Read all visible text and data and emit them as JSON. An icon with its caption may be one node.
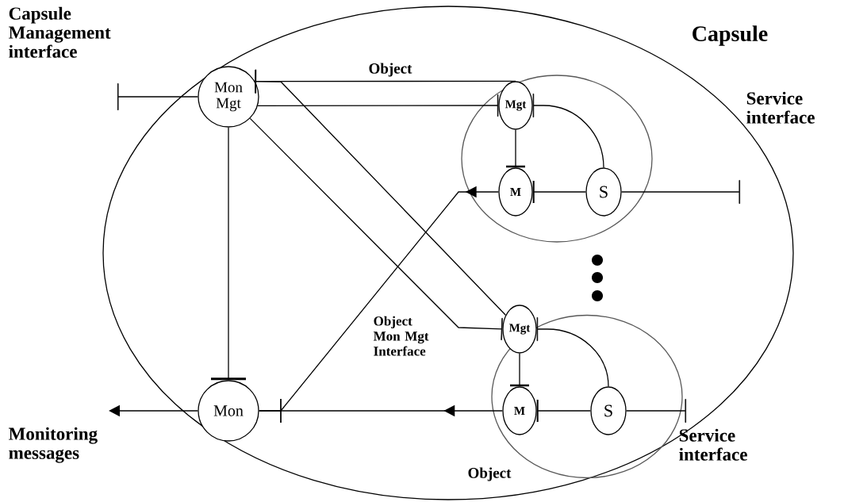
{
  "diagram": {
    "nodes": [
      {
        "text": [
          "Capsule"
        ]
      },
      {
        "text": [
          "Mon Mgt"
        ],
        "in": 0
      },
      {
        "text": [
          "Object"
        ],
        "in": 0
      },
      {
        "text": [
          "Mgt"
        ],
        "in": 2
      },
      {
        "text": [
          "M"
        ],
        "in": 2
      },
      {
        "text": [
          "S"
        ],
        "in": 2
      },
      {
        "text": [
          "Object"
        ],
        "in": 0
      },
      {
        "text": [
          "Mgt"
        ],
        "in": 6
      },
      {
        "text": [
          "M"
        ],
        "in": 6
      },
      {
        "text": [
          "S"
        ],
        "in": 6
      },
      {
        "text": [
          "Mon"
        ],
        "in": 0
      },
      {
        "text": [
          "Capsule Management interface"
        ]
      },
      {
        "text": [
          "Service interface"
        ]
      },
      {
        "text": [
          "Monitoring messages"
        ]
      },
      {
        "text": [
          "Service interface"
        ]
      }
    ],
    "edges": [
      {
        "from": 1,
        "to": 11,
        "arrow": "other"
      },
      {
        "from": 3,
        "to": 1,
        "arrow": "other"
      },
      {
        "from": 7,
        "to": 1,
        "arrow": "other"
      },
      {
        "from": 1,
        "to": 3,
        "arrow": "other"
      },
      {
        "from": 1,
        "to": 7,
        "arrow": "other"
      },
      {
        "from": 1,
        "to": 10,
        "arrow": "other"
      },
      {
        "from": 10,
        "to": 13,
        "arrow": "to"
      },
      {
        "from": 4,
        "to": 10,
        "arrow": "to"
      },
      {
        "from": 8,
        "to": 10,
        "arrow": "to"
      },
      {
        "from": 5,
        "to": 3,
        "arrow": "other"
      },
      {
        "from": 3,
        "to": 4,
        "arrow": "other"
      },
      {
        "from": 5,
        "to": 4,
        "arrow": "other"
      },
      {
        "from": 5,
        "to": 12,
        "arrow": "other"
      },
      {
        "from": 9,
        "to": 7,
        "arrow": "other"
      },
      {
        "from": 7,
        "to": 8,
        "arrow": "other"
      },
      {
        "from": 9,
        "to": 8,
        "arrow": "other"
      },
      {
        "from": 9,
        "to": 14,
        "arrow": "other"
      }
    ],
    "labels": [
      "Object Mon Mgt Interface"
    ]
  }
}
